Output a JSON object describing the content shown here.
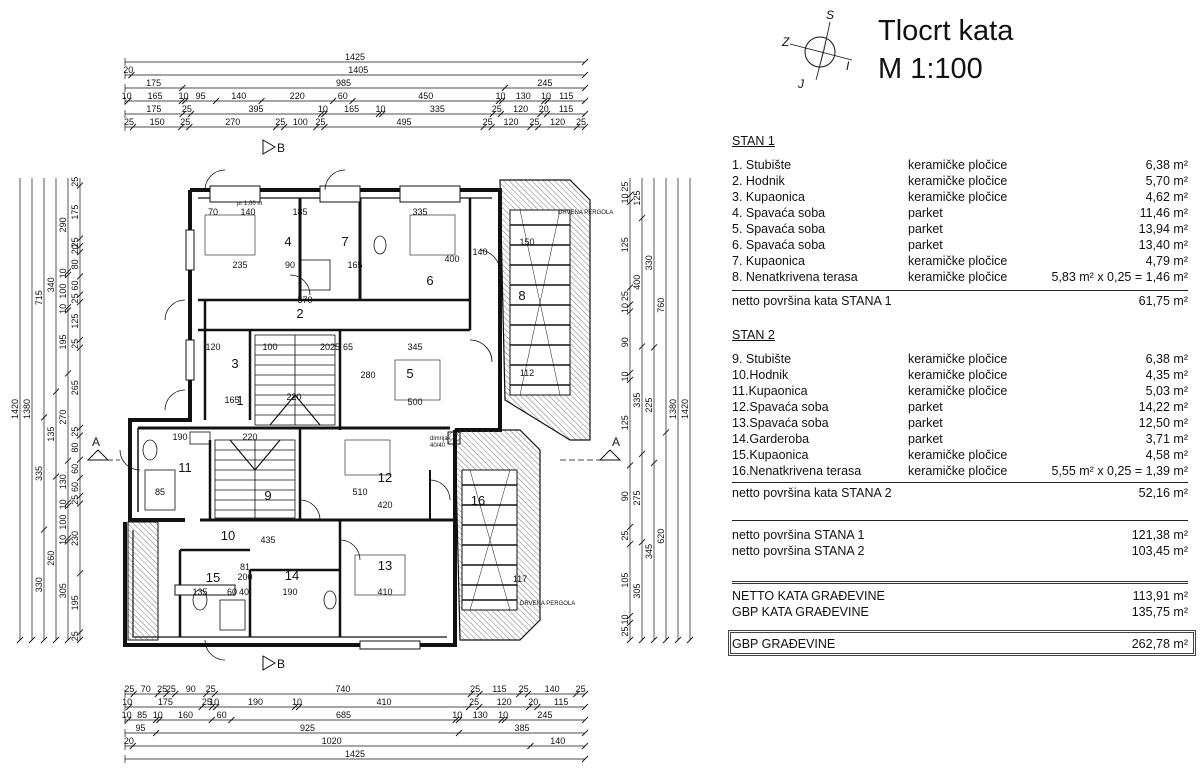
{
  "title": {
    "line1": "Tlocrt kata",
    "line2": "M 1:100"
  },
  "compass": {
    "n": "S",
    "s": "J",
    "e": "I",
    "w": "Z"
  },
  "section_marks": {
    "a": "A",
    "b": "B"
  },
  "plan_notes": {
    "pergola": "DRVENA PERGOLA",
    "dimnjak": "dimnjak",
    "dimnjak_size": "40/40",
    "window_note": "pr 1,00 m"
  },
  "dimensions": {
    "top": [
      [
        "1425"
      ],
      [
        "20",
        "1405"
      ],
      [
        "175",
        "985",
        "245"
      ],
      [
        "10",
        "165",
        "10",
        "95",
        "140",
        "220",
        "60",
        "450",
        "10",
        "130",
        "10",
        "115"
      ],
      [
        "175",
        "25",
        "395",
        "10",
        "165",
        "10",
        "335",
        "25",
        "120",
        "20",
        "115"
      ],
      [
        "25",
        "150",
        "25",
        "270",
        "25",
        "100",
        "25",
        "495",
        "25",
        "120",
        "25",
        "120",
        "25"
      ]
    ],
    "bottom": [
      [
        "25",
        "70",
        "25",
        "25",
        "90",
        "25",
        "740",
        "25",
        "115",
        "25",
        "140",
        "25"
      ],
      [
        "10",
        "175",
        "25",
        "10",
        "190",
        "10",
        "410",
        "25",
        "120",
        "20",
        "115"
      ],
      [
        "10",
        "85",
        "10",
        "160",
        "60",
        "685",
        "10",
        "130",
        "10",
        "245"
      ],
      [
        "95",
        "925",
        "385"
      ],
      [
        "20",
        "1020",
        "140"
      ],
      [
        "1425"
      ]
    ],
    "left": [
      [
        "1420"
      ],
      [
        "1380"
      ],
      [
        "715",
        "335",
        "330"
      ],
      [
        "340",
        "135",
        "260"
      ],
      [
        "290",
        "10",
        "100",
        "10",
        "195",
        "270",
        "130",
        "10",
        "100",
        "10",
        "305"
      ],
      [
        "25",
        "175",
        "25",
        "20",
        "80",
        "60",
        "25",
        "125",
        "25",
        "265",
        "25",
        "80",
        "60",
        "60",
        "25",
        "230",
        "195",
        "25"
      ]
    ],
    "right": [
      [
        "1420"
      ],
      [
        "1380"
      ],
      [
        "760",
        "620"
      ],
      [
        "330",
        "225",
        "345"
      ],
      [
        "125",
        "400",
        "335",
        "275",
        "305"
      ],
      [
        "25",
        "10",
        "125",
        "25",
        "10",
        "90",
        "10",
        "125",
        "90",
        "25",
        "105",
        "10",
        "25"
      ]
    ]
  },
  "rooms": [
    {
      "num": "1"
    },
    {
      "num": "2"
    },
    {
      "num": "3"
    },
    {
      "num": "4"
    },
    {
      "num": "5"
    },
    {
      "num": "6"
    },
    {
      "num": "7"
    },
    {
      "num": "8"
    },
    {
      "num": "9"
    },
    {
      "num": "10"
    },
    {
      "num": "11"
    },
    {
      "num": "12"
    },
    {
      "num": "13"
    },
    {
      "num": "14"
    },
    {
      "num": "15"
    },
    {
      "num": "16"
    }
  ],
  "inner_dims": {
    "r4_w": "235",
    "r4_top": "140",
    "r6_w": "335",
    "r6_h": "400",
    "r5_w": "345",
    "r5_bottom": "500",
    "r2_w": "570",
    "r3_w": "165",
    "r12_w": "510",
    "r12_top": "420",
    "r10_w": "435",
    "r13_w": "410",
    "r14_w": "190",
    "r15_w": "135",
    "r11_w": "190",
    "corr_w": "220",
    "stair_w": "220",
    "w70": "70",
    "w185": "185",
    "w165": "165",
    "w90": "90",
    "w280": "280",
    "w140": "140",
    "w112": "112",
    "w150": "150",
    "w117": "117",
    "w60": "60",
    "w40": "40",
    "w85": "85",
    "w120": "120",
    "w100": "100",
    "w65": "65",
    "w25": "25",
    "w20": "20",
    "w81": "81",
    "w200": "200"
  },
  "legend": {
    "stan1": {
      "heading": "STAN 1",
      "rows": [
        {
          "name": "1.  Stubište",
          "mat": "keramičke pločice",
          "area": "6,38 m²"
        },
        {
          "name": "2.  Hodnik",
          "mat": "keramičke pločice",
          "area": "5,70 m²"
        },
        {
          "name": "3.  Kupaonica",
          "mat": "keramičke pločice",
          "area": "4,62 m²"
        },
        {
          "name": "4.  Spavaća soba",
          "mat": "parket",
          "area": "11,46 m²"
        },
        {
          "name": "5.  Spavaća soba",
          "mat": "parket",
          "area": "13,94 m²"
        },
        {
          "name": "6.  Spavaća soba",
          "mat": "parket",
          "area": "13,40 m²"
        },
        {
          "name": "7.  Kupaonica",
          "mat": "keramičke pločice",
          "area": "4,79 m²"
        },
        {
          "name": "8.  Nenatkrivena terasa",
          "mat": "keramičke pločice",
          "area": "5,83 m² x 0,25 = 1,46 m²"
        }
      ],
      "total_label": "netto površina kata STANA 1",
      "total_value": "61,75 m²"
    },
    "stan2": {
      "heading": "STAN 2",
      "rows": [
        {
          "name": "9.  Stubište",
          "mat": "keramičke pločice",
          "area": "6,38 m²"
        },
        {
          "name": "10.Hodnik",
          "mat": "keramičke pločice",
          "area": "4,35 m²"
        },
        {
          "name": "11.Kupaonica",
          "mat": "keramičke pločice",
          "area": "5,03 m²"
        },
        {
          "name": "12.Spavaća soba",
          "mat": "parket",
          "area": "14,22 m²"
        },
        {
          "name": "13.Spavaća soba",
          "mat": "parket",
          "area": "12,50 m²"
        },
        {
          "name": "14.Garderoba",
          "mat": "parket",
          "area": "3,71 m²"
        },
        {
          "name": "15.Kupaonica",
          "mat": "keramičke pločice",
          "area": "4,58 m²"
        },
        {
          "name": "16.Nenatkrivena terasa",
          "mat": "keramičke pločice",
          "area": "5,55 m² x 0,25 = 1,39 m²"
        }
      ],
      "total_label": "netto površina kata STANA 2",
      "total_value": "52,16 m²"
    },
    "netto": [
      {
        "label": "netto površina STANA 1",
        "value": "121,38 m²"
      },
      {
        "label": "netto površina STANA 2",
        "value": "103,45 m²"
      }
    ],
    "building": [
      {
        "label": "NETTO KATA GRAĐEVINE",
        "value": "113,91 m²"
      },
      {
        "label": "GBP KATA GRAĐEVINE",
        "value": "135,75 m²"
      }
    ],
    "gbp": {
      "label": "GBP GRAĐEVINE",
      "value": "262,78 m²"
    }
  }
}
